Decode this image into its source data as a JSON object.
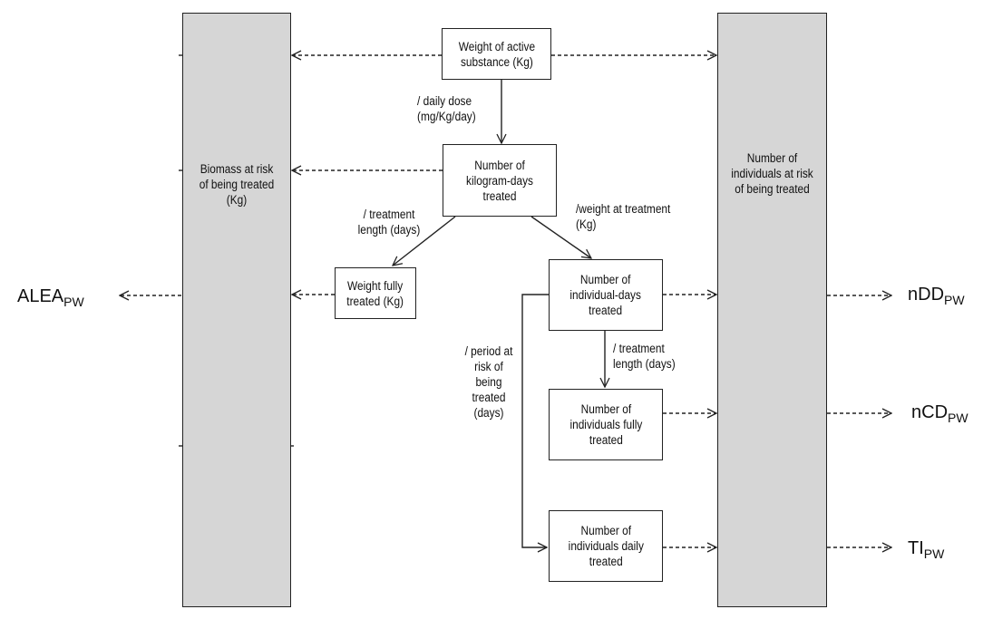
{
  "pillars": {
    "biomass": "Biomass at risk\nof being treated\n(Kg)",
    "individuals": "Number of\nindividuals at risk\nof being treated"
  },
  "boxes": {
    "active_substance": "Weight of active\nsubstance (Kg)",
    "kilogram_days": "Number of\nkilogram-days\ntreated",
    "weight_fully": "Weight fully\ntreated (Kg)",
    "individual_days": "Number of\nindividual-days\ntreated",
    "individuals_fully": "Number of\nindividuals fully\ntreated",
    "individuals_daily": "Number of\nindividuals daily\ntreated"
  },
  "labels": {
    "daily_dose": "/ daily dose\n(mg/Kg/day)",
    "treatment_length_1": "/ treatment\nlength (days)",
    "weight_at_treatment": "/weight at treatment\n(Kg)",
    "period_at_risk": "/ period at\nrisk of\nbeing\ntreated\n(days)",
    "treatment_length_2": "/ treatment\nlength (days)"
  },
  "outputs": {
    "alea": {
      "main": "ALEA",
      "sub": "PW"
    },
    "ndd": {
      "main": "nDD",
      "sub": "PW"
    },
    "ncd": {
      "main": "nCD",
      "sub": "PW"
    },
    "ti": {
      "main": "TI",
      "sub": "PW"
    }
  }
}
